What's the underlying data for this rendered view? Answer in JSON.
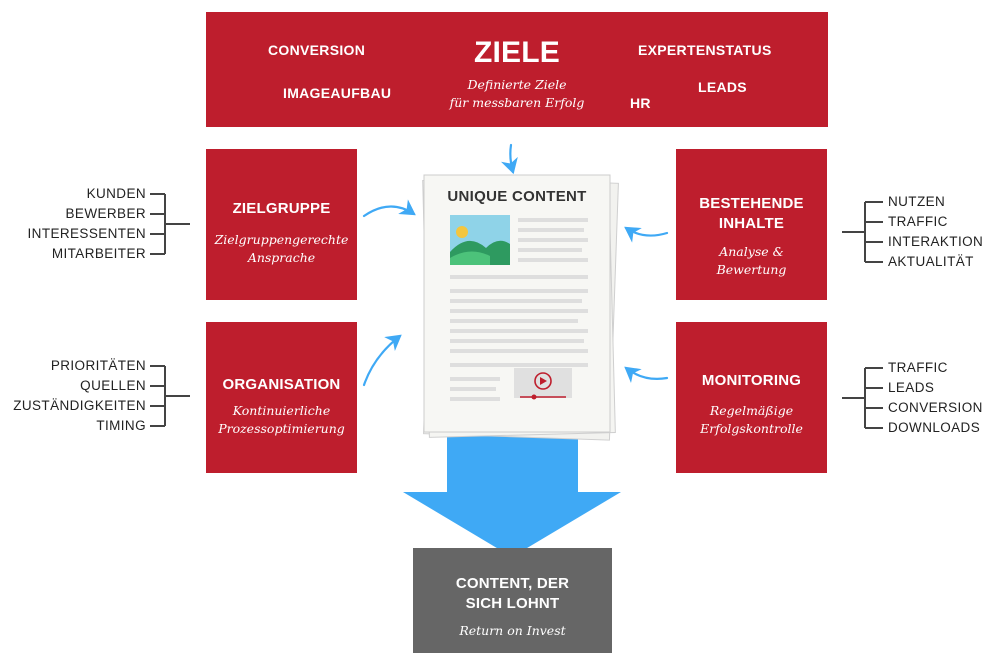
{
  "ziele": {
    "title": "ZIELE",
    "subtitle_line1": "Definierte Ziele",
    "subtitle_line2": "für messbaren Erfolg",
    "words": [
      "CONVERSION",
      "IMAGEAUFBAU",
      "EXPERTENSTATUS",
      "LEADS",
      "HR"
    ]
  },
  "zielgruppe": {
    "title": "ZIELGRUPPE",
    "subtitle_line1": "Zielgruppengerechte",
    "subtitle_line2": "Ansprache",
    "items": [
      "KUNDEN",
      "BEWERBER",
      "INTERESSENTEN",
      "MITARBEITER"
    ]
  },
  "organisation": {
    "title": "ORGANISATION",
    "subtitle_line1": "Kontinuierliche",
    "subtitle_line2": "Prozessoptimierung",
    "items": [
      "PRIORITÄTEN",
      "QUELLEN",
      "ZUSTÄNDIGKEITEN",
      "TIMING"
    ]
  },
  "bestehende": {
    "title_line1": "BESTEHENDE",
    "title_line2": "INHALTE",
    "subtitle_line1": "Analyse &",
    "subtitle_line2": "Bewertung",
    "items": [
      "NUTZEN",
      "TRAFFIC",
      "INTERAKTION",
      "AKTUALITÄT"
    ]
  },
  "monitoring": {
    "title": "MONITORING",
    "subtitle_line1": "Regelmäßige",
    "subtitle_line2": "Erfolgskontrolle",
    "items": [
      "TRAFFIC",
      "LEADS",
      "CONVERSION",
      "DOWNLOADS"
    ]
  },
  "document": {
    "title": "UNIQUE CONTENT"
  },
  "result": {
    "title_line1": "CONTENT, DER",
    "title_line2": "SICH LOHNT",
    "subtitle": "Return on Invest"
  },
  "colors": {
    "red": "#be1e2d",
    "gray": "#666666",
    "blue": "#3fa9f5"
  }
}
